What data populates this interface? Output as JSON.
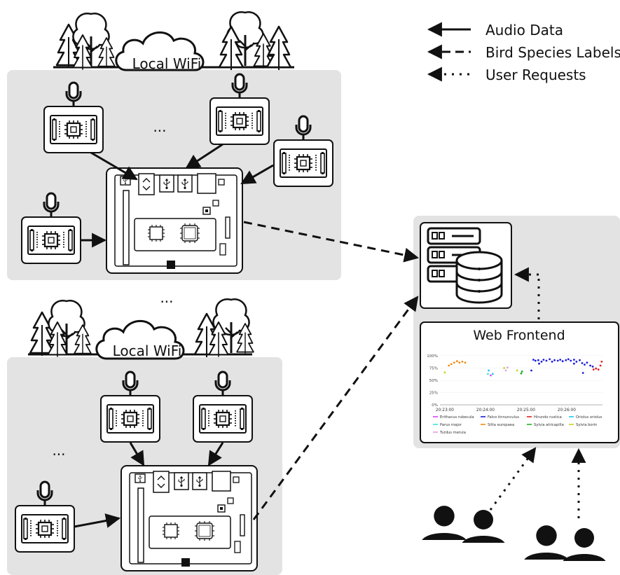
{
  "legend": {
    "items": [
      {
        "label": "Audio Data",
        "style": "solid"
      },
      {
        "label": "Bird Species Labels",
        "style": "dashed"
      },
      {
        "label": "User Requests",
        "style": "dotted"
      }
    ]
  },
  "sites": [
    {
      "cloud_label": "Local WiFi",
      "more_sensors": "..."
    },
    {
      "cloud_label": "Local WiFi",
      "more_sensors": "..."
    }
  ],
  "more_sites": "...",
  "server": {
    "frontend_title": "Web Frontend"
  },
  "colors": {
    "panel": "#e3e3e3",
    "ink": "#111111"
  },
  "chart_data": {
    "type": "scatter",
    "x_ticks": [
      "20:23:00",
      "20:24:00",
      "20:25:00",
      "20:26:00"
    ],
    "y_ticks": [
      "100%",
      "75%",
      "50%",
      "25%",
      "0%"
    ],
    "ylim": [
      0,
      100
    ],
    "xlim": [
      0,
      4
    ],
    "series": [
      {
        "name": "Erithacus rubecula",
        "color": "#e040fb",
        "points": [
          [
            1.25,
            60
          ]
        ]
      },
      {
        "name": "Falco tinnunculus",
        "color": "#1a1adb",
        "points": [
          [
            2.3,
            92
          ],
          [
            2.35,
            90
          ],
          [
            2.42,
            91
          ],
          [
            2.5,
            88
          ],
          [
            2.55,
            92
          ],
          [
            2.62,
            90
          ],
          [
            2.7,
            93
          ],
          [
            2.76,
            88
          ],
          [
            2.82,
            91
          ],
          [
            2.9,
            90
          ],
          [
            2.96,
            92
          ],
          [
            3.02,
            89
          ],
          [
            3.1,
            91
          ],
          [
            3.16,
            93
          ],
          [
            3.22,
            90
          ],
          [
            3.3,
            92
          ],
          [
            3.36,
            88
          ],
          [
            3.44,
            91
          ],
          [
            3.5,
            85
          ],
          [
            3.56,
            82
          ],
          [
            3.62,
            86
          ],
          [
            3.7,
            80
          ],
          [
            3.76,
            78
          ],
          [
            2.44,
            84
          ],
          [
            3.3,
            84
          ],
          [
            2.25,
            70
          ],
          [
            3.52,
            65
          ]
        ]
      },
      {
        "name": "Hirundo rustica",
        "color": "#e02020",
        "points": [
          [
            3.78,
            72
          ],
          [
            3.84,
            74
          ],
          [
            3.9,
            72
          ],
          [
            3.95,
            80
          ],
          [
            3.98,
            88
          ]
        ]
      },
      {
        "name": "Oriolus oriolus",
        "color": "#20c8e8",
        "points": [
          [
            1.2,
            70
          ],
          [
            1.3,
            63
          ]
        ]
      },
      {
        "name": "Parus major",
        "color": "#40e0e0",
        "points": [
          [
            1.18,
            63
          ]
        ]
      },
      {
        "name": "Sitta europaea",
        "color": "#f08a10",
        "points": [
          [
            0.22,
            80
          ],
          [
            0.28,
            83
          ],
          [
            0.35,
            86
          ],
          [
            0.42,
            89
          ],
          [
            0.48,
            86
          ],
          [
            0.55,
            88
          ],
          [
            0.62,
            86
          ]
        ]
      },
      {
        "name": "Sylvia atricapilla",
        "color": "#20b020",
        "points": [
          [
            2.0,
            64
          ],
          [
            2.02,
            68
          ]
        ]
      },
      {
        "name": "Sylvia borin",
        "color": "#c8d020",
        "points": [
          [
            0.12,
            66
          ],
          [
            1.58,
            75
          ],
          [
            1.9,
            70
          ]
        ]
      },
      {
        "name": "Turdus merula",
        "color": "#e0a0e8",
        "points": [
          [
            1.62,
            70
          ],
          [
            1.66,
            76
          ]
        ]
      }
    ]
  }
}
